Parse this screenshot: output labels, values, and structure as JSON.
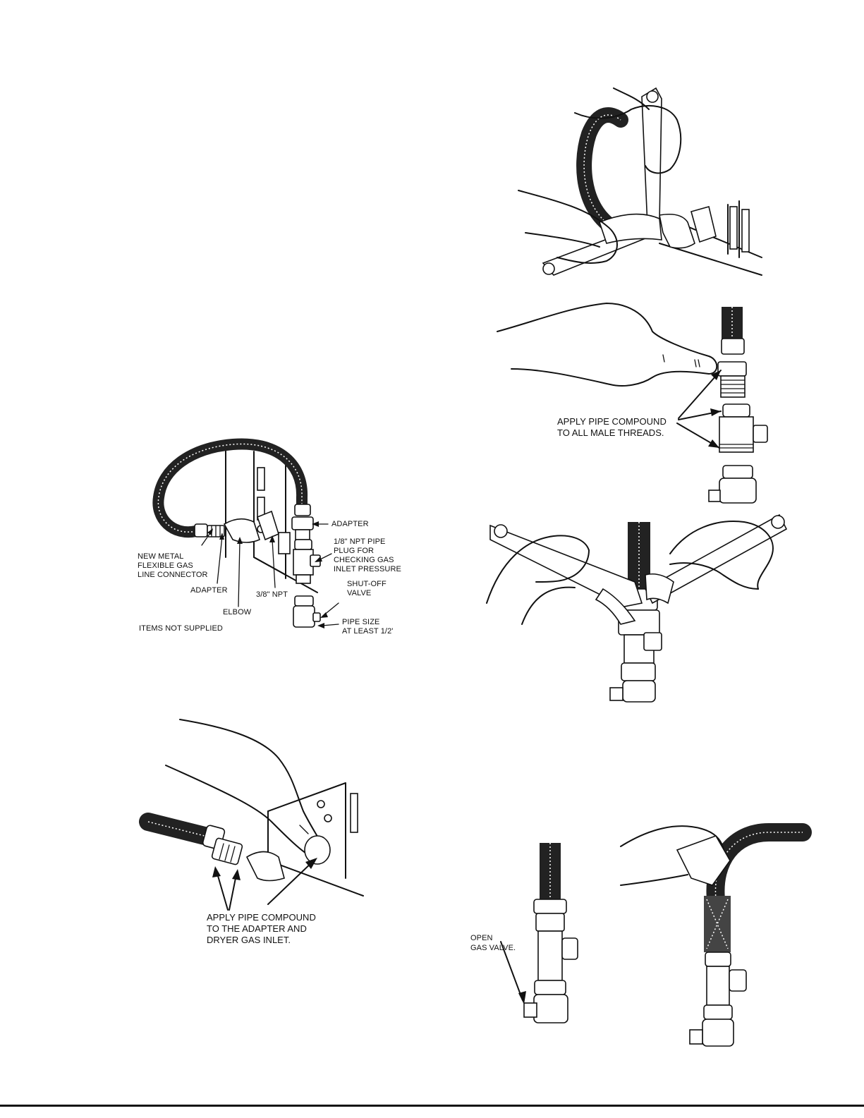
{
  "figure_connector": {
    "labels": {
      "adapter_top": "ADAPTER",
      "pipe_plug": [
        "1/8\" NPT PIPE",
        "PLUG FOR",
        "CHECKING GAS",
        "INLET PRESSURE"
      ],
      "new_connector": [
        "NEW METAL",
        "FLEXIBLE  GAS",
        "LINE CONNECTOR"
      ],
      "adapter_left": "ADAPTER",
      "npt": "3/8\" NPT",
      "shutoff": [
        "SHUT-OFF",
        "VALVE"
      ],
      "elbow": "ELBOW",
      "pipe_size": [
        "PIPE SIZE",
        "AT LEAST 1/2'"
      ],
      "items_not_supplied": "ITEMS NOT SUPPLIED"
    }
  },
  "figure_compound_dryer": {
    "caption": [
      "APPLY PIPE COMPOUND",
      "TO THE ADAPTER AND",
      "DRYER GAS INLET."
    ]
  },
  "figure_compound_threads": {
    "caption": [
      "APPLY PIPE COMPOUND",
      "TO ALL MALE THREADS."
    ]
  },
  "figure_open_valve": {
    "caption": [
      "OPEN",
      "GAS VALVE."
    ]
  }
}
